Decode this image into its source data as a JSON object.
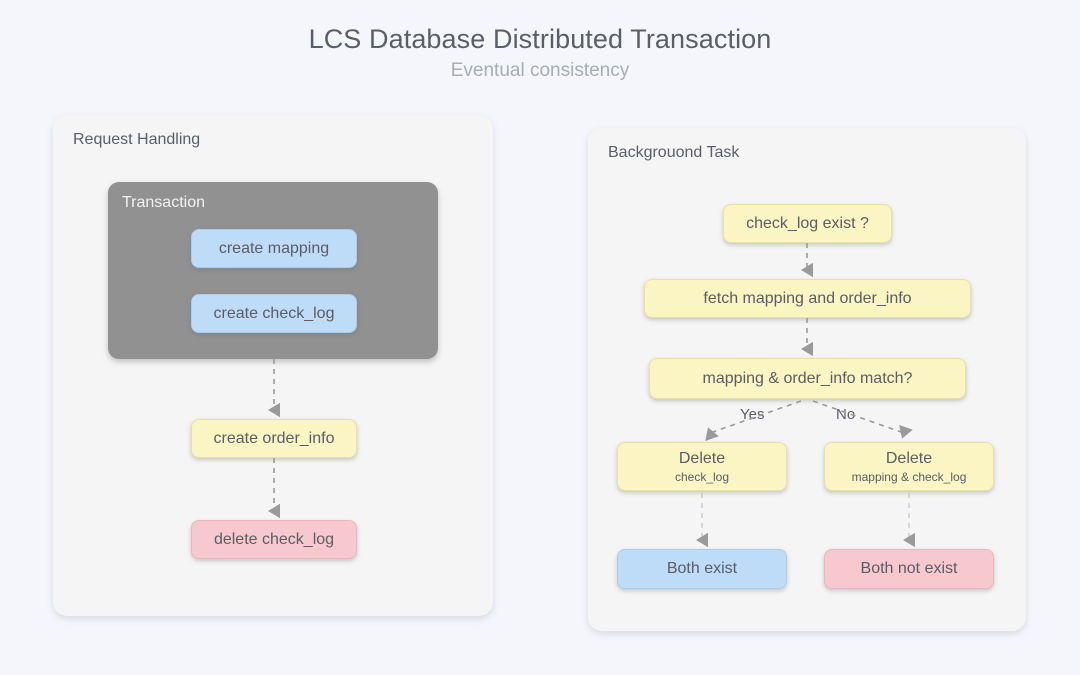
{
  "header": {
    "title": "LCS Database Distributed Transaction",
    "subtitle": "Eventual consistency"
  },
  "colors": {
    "page_background": "#f4f6fb",
    "panel_background": "#f5f5f5",
    "transaction_group": "#919191",
    "node_blue": "#bedcf8",
    "node_yellow": "#fbf4c3",
    "node_pink": "#f7c9ce",
    "text": "#5a5c66",
    "title_text": "#5b5d69",
    "subtitle_text": "#a9abb5",
    "connector": "#9a9a9a"
  },
  "panels": [
    {
      "id": "request-handling",
      "label": "Request Handling",
      "group": {
        "id": "transaction",
        "label": "Transaction",
        "color": "gray"
      },
      "nodes": [
        {
          "id": "create-mapping",
          "label": "create mapping",
          "sub": "",
          "color": "blue",
          "in_group": true
        },
        {
          "id": "create-check_log",
          "label": "create check_log",
          "sub": "",
          "color": "blue",
          "in_group": true
        },
        {
          "id": "create-order_info",
          "label": "create order_info",
          "sub": "",
          "color": "yellow",
          "in_group": false
        },
        {
          "id": "delete-check_log",
          "label": "delete check_log",
          "sub": "",
          "color": "pink",
          "in_group": false
        }
      ],
      "edges": [
        {
          "from": "transaction",
          "to": "create-order_info",
          "label": ""
        },
        {
          "from": "create-order_info",
          "to": "delete-check_log",
          "label": ""
        }
      ]
    },
    {
      "id": "background-task",
      "label": "Backgrouond Task",
      "nodes": [
        {
          "id": "check_log-exist",
          "label": "check_log exist ?",
          "sub": "",
          "color": "yellow"
        },
        {
          "id": "fetch",
          "label": "fetch mapping and order_info",
          "sub": "",
          "color": "yellow"
        },
        {
          "id": "match",
          "label": "mapping & order_info match?",
          "sub": "",
          "color": "yellow"
        },
        {
          "id": "delete-yes",
          "label": "Delete",
          "sub": "check_log",
          "color": "yellow"
        },
        {
          "id": "delete-no",
          "label": "Delete",
          "sub": "mapping & check_log",
          "color": "yellow"
        },
        {
          "id": "both-exist",
          "label": "Both exist",
          "sub": "",
          "color": "blue"
        },
        {
          "id": "both-not-exist",
          "label": "Both not exist",
          "sub": "",
          "color": "pink"
        }
      ],
      "edges": [
        {
          "from": "check_log-exist",
          "to": "fetch",
          "label": ""
        },
        {
          "from": "fetch",
          "to": "match",
          "label": ""
        },
        {
          "from": "match",
          "to": "delete-yes",
          "label": "Yes"
        },
        {
          "from": "match",
          "to": "delete-no",
          "label": "No"
        },
        {
          "from": "delete-yes",
          "to": "both-exist",
          "label": ""
        },
        {
          "from": "delete-no",
          "to": "both-not-exist",
          "label": ""
        }
      ]
    }
  ]
}
